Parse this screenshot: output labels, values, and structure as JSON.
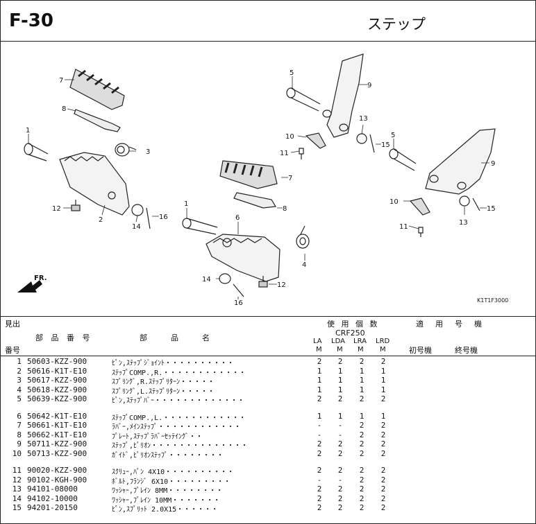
{
  "header": {
    "code": "F-30",
    "title": "ステップ"
  },
  "diagram": {
    "figure_code": "K1T1F3000",
    "front_arrow": "FR.",
    "callouts": [
      {
        "n": "7"
      },
      {
        "n": "8"
      },
      {
        "n": "1"
      },
      {
        "n": "3"
      },
      {
        "n": "12"
      },
      {
        "n": "2"
      },
      {
        "n": "14"
      },
      {
        "n": "16"
      },
      {
        "n": "5"
      },
      {
        "n": "9"
      },
      {
        "n": "10"
      },
      {
        "n": "11"
      },
      {
        "n": "13"
      },
      {
        "n": "15"
      },
      {
        "n": "7"
      },
      {
        "n": "8"
      },
      {
        "n": "1"
      },
      {
        "n": "6"
      },
      {
        "n": "4"
      },
      {
        "n": "14"
      },
      {
        "n": "12"
      },
      {
        "n": "16"
      },
      {
        "n": "5"
      },
      {
        "n": "9"
      },
      {
        "n": "10"
      },
      {
        "n": "13"
      },
      {
        "n": "15"
      },
      {
        "n": "11"
      }
    ]
  },
  "table": {
    "h_mishutsu": "見出",
    "h_no": "番号",
    "h_partno": "部 品 番 号",
    "h_name": "部　　品　　名",
    "h_usage": "使 用 個 数",
    "h_model": "CRF250",
    "variants": [
      {
        "top": "LA",
        "bot": "M"
      },
      {
        "top": "LDA",
        "bot": "M"
      },
      {
        "top": "LRA",
        "bot": "M"
      },
      {
        "top": "LRD",
        "bot": "M"
      }
    ],
    "h_applicable": "適　用　号　機",
    "h_first": "初号機",
    "h_last": "終号機",
    "rows": [
      {
        "no": "1",
        "part": "50603-KZZ-900",
        "name": "ﾋﾟﾝ,ｽﾃｯﾌﾟｼﾞｮｲﾝﾄ・・・・・・・・・・",
        "q": [
          "2",
          "2",
          "2",
          "2"
        ]
      },
      {
        "no": "2",
        "part": "50616-K1T-E10",
        "name": "ｽﾃｯﾌﾟCOMP.,R.・・・・・・・・・・・・",
        "q": [
          "1",
          "1",
          "1",
          "1"
        ]
      },
      {
        "no": "3",
        "part": "50617-KZZ-900",
        "name": "ｽﾌﾟﾘﾝｸﾞ,R.ｽﾃｯﾌﾟﾘﾀｰﾝ・・・・・",
        "q": [
          "1",
          "1",
          "1",
          "1"
        ]
      },
      {
        "no": "4",
        "part": "50618-KZZ-900",
        "name": "ｽﾌﾟﾘﾝｸﾞ,L.ｽﾃｯﾌﾟﾘﾀｰﾝ・・・・・",
        "q": [
          "1",
          "1",
          "1",
          "1"
        ]
      },
      {
        "no": "5",
        "part": "50639-KZZ-900",
        "name": "ﾋﾟﾝ,ｽﾃｯﾌﾟﾊﾞｰ・・・・・・・・・・・・・",
        "q": [
          "2",
          "2",
          "2",
          "2"
        ]
      },
      {
        "no": "6",
        "part": "50642-K1T-E10",
        "name": "ｽﾃｯﾌﾟCOMP.,L.・・・・・・・・・・・・",
        "q": [
          "1",
          "1",
          "1",
          "1"
        ]
      },
      {
        "no": "7",
        "part": "50661-K1T-E10",
        "name": "ﾗﾊﾞｰ,ﾒｲﾝｽﾃｯﾌﾟ・・・・・・・・・・・・",
        "q": [
          "-",
          "-",
          "2",
          "2"
        ]
      },
      {
        "no": "8",
        "part": "50662-K1T-E10",
        "name": "ﾌﾟﾚｰﾄ,ｽﾃｯﾌﾟﾗﾊﾞｰｾｯﾃｲﾝｸﾞ・・",
        "q": [
          "-",
          "-",
          "2",
          "2"
        ]
      },
      {
        "no": "9",
        "part": "50711-KZZ-900",
        "name": "ｽﾃｯﾌﾟ,ﾋﾟﾘｵﾝ・・・・・・・・・・・・・・",
        "q": [
          "2",
          "2",
          "2",
          "2"
        ]
      },
      {
        "no": "10",
        "part": "50713-KZZ-900",
        "name": "ｶﾞｲﾄﾞ,ﾋﾟﾘｵﾝｽﾃｯﾌﾟ・・・・・・・・",
        "q": [
          "2",
          "2",
          "2",
          "2"
        ]
      },
      {
        "no": "11",
        "part": "90020-KZZ-900",
        "name": "ｽｸﾘｭｰ,ﾊﾟﾝ 4X10・・・・・・・・・・",
        "q": [
          "2",
          "2",
          "2",
          "2"
        ]
      },
      {
        "no": "12",
        "part": "90102-KGH-900",
        "name": "ﾎﾞﾙﾄ,ﾌﾗﾝｼﾞ 6X10・・・・・・・・・",
        "q": [
          "-",
          "-",
          "2",
          "2"
        ]
      },
      {
        "no": "13",
        "part": "94101-08000",
        "name": "ﾜｯｼｬｰ,ﾌﾟﾚｲﾝ 8MM・・・・・・・・",
        "q": [
          "2",
          "2",
          "2",
          "2"
        ]
      },
      {
        "no": "14",
        "part": "94102-10000",
        "name": "ﾜｯｼｬｰ,ﾌﾟﾚｲﾝ 10MM・・・・・・・",
        "q": [
          "2",
          "2",
          "2",
          "2"
        ]
      },
      {
        "no": "15",
        "part": "94201-20150",
        "name": "ﾋﾟﾝ,ｽﾌﾟﾘｯﾄ 2.0X15・・・・・・",
        "q": [
          "2",
          "2",
          "2",
          "2"
        ]
      }
    ]
  }
}
